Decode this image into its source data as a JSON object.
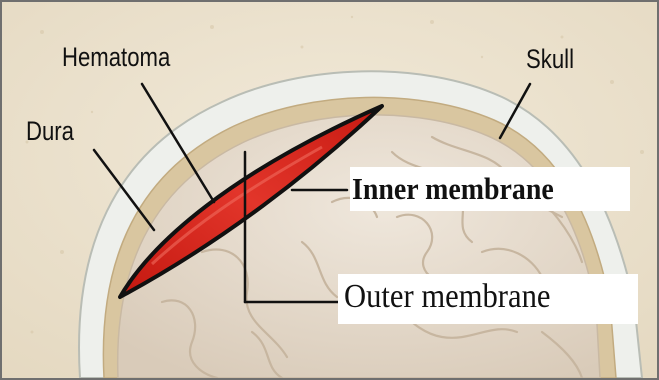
{
  "labels": {
    "hematoma": "Hematoma",
    "skull": "Skull",
    "dura": "Dura",
    "inner_membrane": "Inner membrane",
    "outer_membrane": "Outer membrane"
  },
  "colors": {
    "background": "#ebe1cd",
    "skull_fill": "#eef0ec",
    "dura_band": "#d9c6a0",
    "brain": "#e9dfd2",
    "hematoma_red": "#d9261c",
    "outline": "#111111"
  }
}
